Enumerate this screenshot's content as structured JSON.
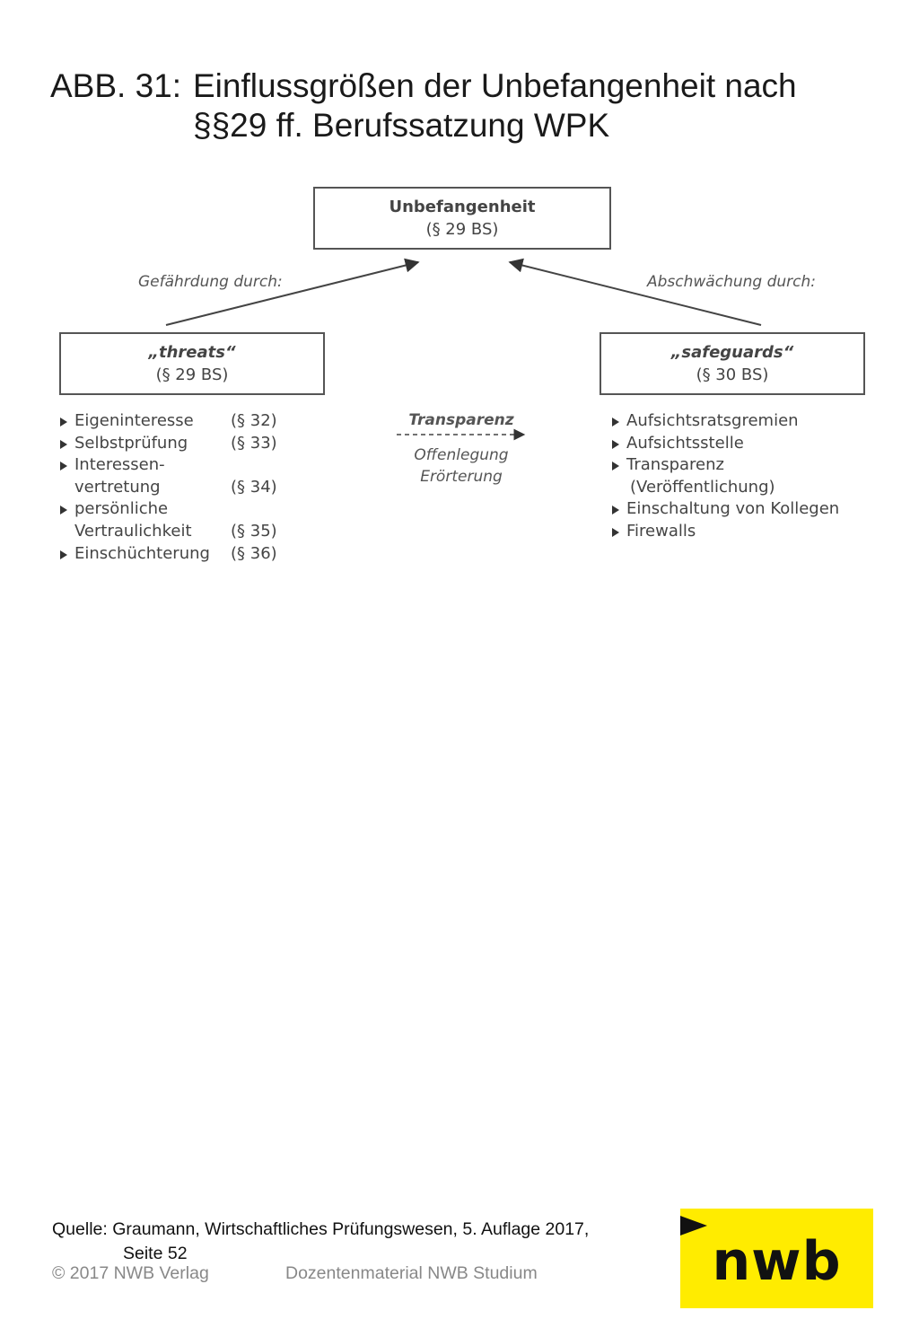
{
  "title": {
    "prefix": "ABB. 31:",
    "line1": "Einflussgrößen der Unbefangenheit nach",
    "line2": "§§29 ff. Berufssatzung WPK"
  },
  "diagram": {
    "top_box": {
      "title": "Unbefangenheit",
      "ref": "(§ 29 BS)"
    },
    "left_edge_label": "Gefährdung durch:",
    "right_edge_label": "Abschwächung durch:",
    "left_box": {
      "title": "„threats“",
      "ref": "(§ 29 BS)"
    },
    "right_box": {
      "title": "„safeguards“",
      "ref": "(§ 30 BS)"
    },
    "threats": [
      {
        "label": "Eigeninteresse",
        "ref": "(§ 32)",
        "bullet": true
      },
      {
        "label": "Selbstprüfung",
        "ref": "(§ 33)",
        "bullet": true
      },
      {
        "label": "Interessen-",
        "ref": "",
        "bullet": true
      },
      {
        "label": "vertretung",
        "ref": "(§ 34)",
        "bullet": false
      },
      {
        "label": "persönliche",
        "ref": "",
        "bullet": true
      },
      {
        "label": "Vertraulichkeit",
        "ref": "(§ 35)",
        "bullet": false
      },
      {
        "label": "Einschüchterung",
        "ref": "(§ 36)",
        "bullet": true
      }
    ],
    "middle": {
      "label": "Transparenz",
      "line1": "Offenlegung",
      "line2": "Erörterung"
    },
    "safeguards": [
      {
        "label": "Aufsichtsratsgremien",
        "bullet": true
      },
      {
        "label": "Aufsichtsstelle",
        "bullet": true
      },
      {
        "label": "Transparenz",
        "bullet": true
      },
      {
        "label": "(Veröffentlichung)",
        "bullet": false
      },
      {
        "label": "Einschaltung von Kollegen",
        "bullet": true
      },
      {
        "label": "Firewalls",
        "bullet": true
      }
    ]
  },
  "source": {
    "line1": "Quelle: Graumann, Wirtschaftliches Prüfungswesen, 5. Auflage 2017,",
    "line2": "Seite 52"
  },
  "footer": {
    "copyright": "© 2017 NWB Verlag",
    "material": "Dozentenmaterial NWB Studium"
  },
  "logo": {
    "text": "nwb",
    "background": "#ffec00"
  }
}
